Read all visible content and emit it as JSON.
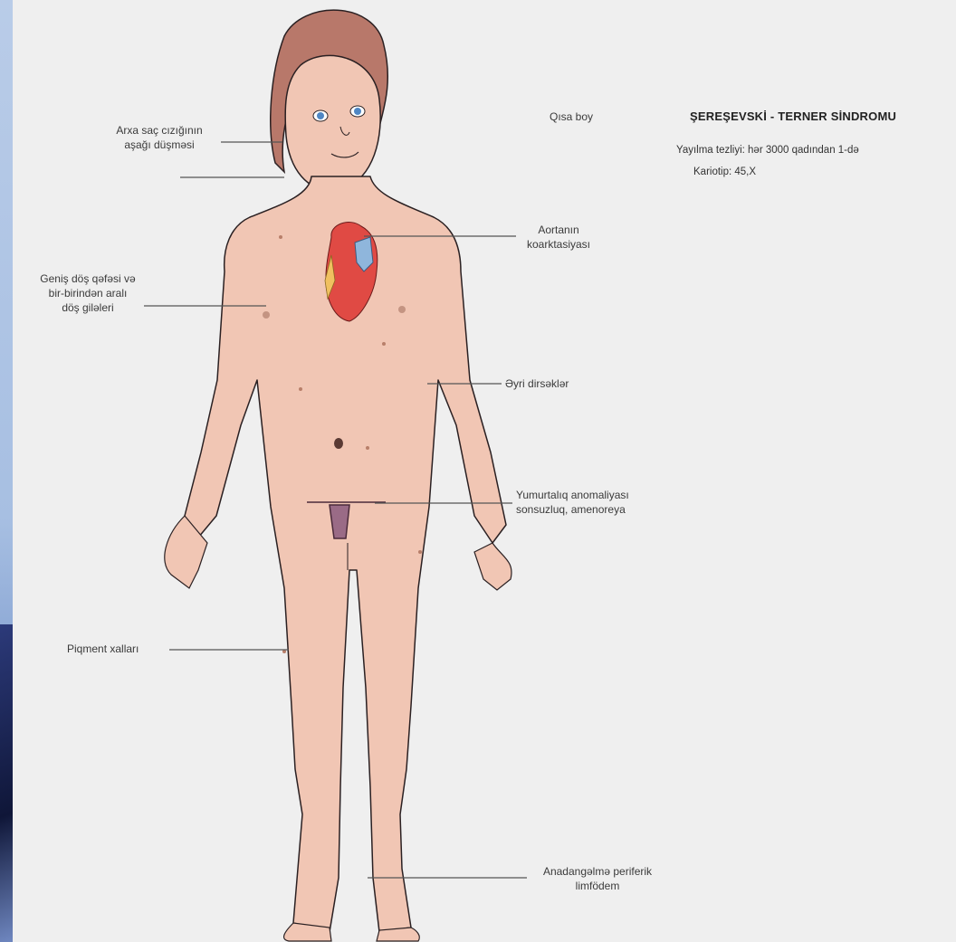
{
  "header": {
    "short_stature": "Qısa boy",
    "title": "ŞEREŞEVSKİ - TERNER SİNDROMU",
    "prevalence": "Yayılma tezliyi: hər 3000 qadından 1-də",
    "karyotype": "Kariotip: 45,X"
  },
  "labels": {
    "hairline_1": "Arxa saç cızığının",
    "hairline_2": "aşağı düşməsi",
    "chest_1": "Geniş döş qəfəsi və",
    "chest_2": "bir-birindən aralı",
    "chest_3": "döş giləleri",
    "pigment": "Piqment xalları",
    "aorta_1": "Aortanın",
    "aorta_2": "koarktasiyası",
    "elbow": "Əyri dirsəklər",
    "ovary_1": "Yumurtalıq anomaliyası",
    "ovary_2": "sonsuzluq, amenoreya",
    "lymph_1": "Anadangəlmə periferik",
    "lymph_2": "limfödem"
  },
  "colors": {
    "skin": "#f1c6b4",
    "outline": "#2a2022",
    "hair": "#b8786a",
    "heart_red": "#e04a44",
    "heart_blue": "#8fb6dc",
    "uterus": "#9a6b86"
  }
}
